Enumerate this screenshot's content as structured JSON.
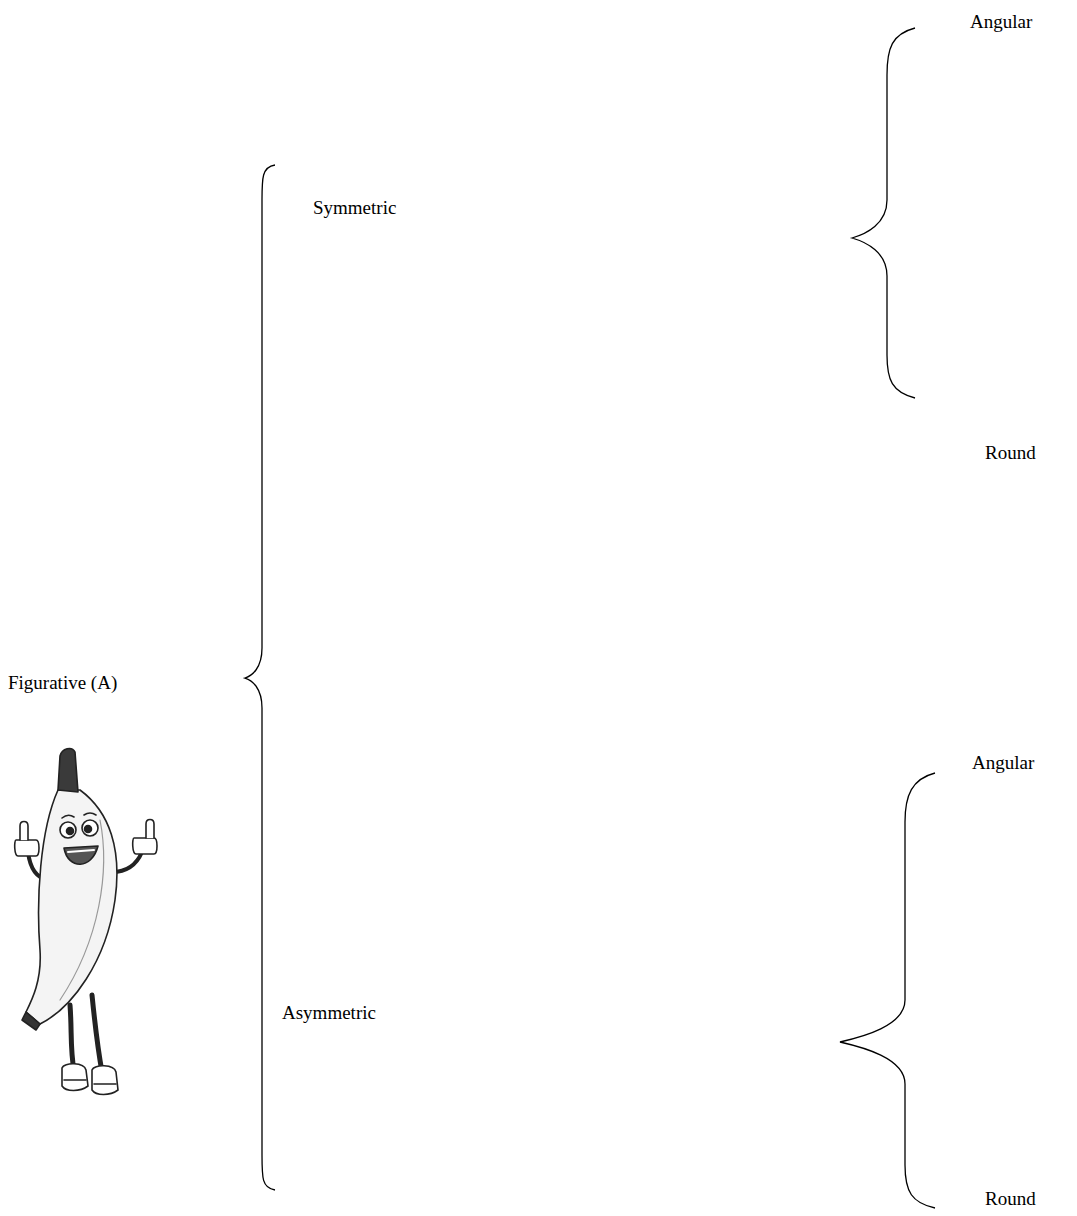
{
  "diagram": {
    "labels": [
      "Figurative (A)",
      "Symmetric",
      "Angular",
      "Round",
      "Asymmetric",
      "Angular",
      "Round"
    ]
  }
}
